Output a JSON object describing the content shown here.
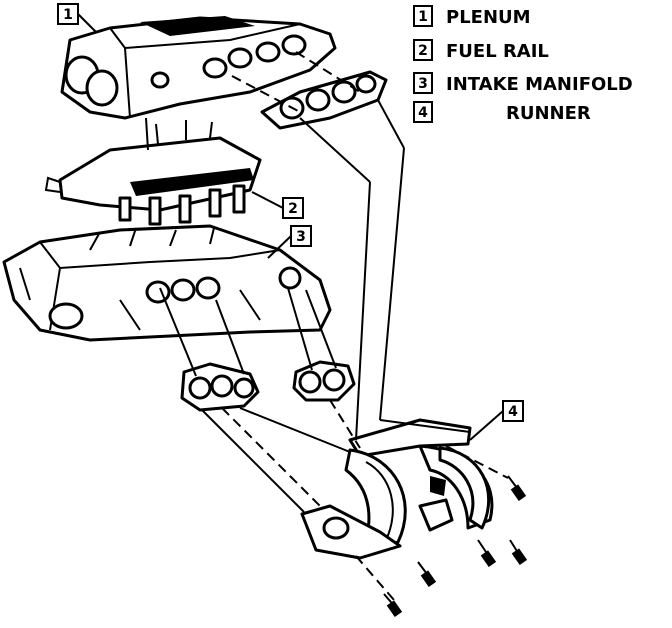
{
  "legend": {
    "items": [
      {
        "num": "1",
        "label": "PLENUM"
      },
      {
        "num": "2",
        "label": "FUEL RAIL"
      },
      {
        "num": "3",
        "label": "INTAKE MANIFOLD"
      },
      {
        "num": "4",
        "label": "RUNNER"
      }
    ]
  },
  "callouts": {
    "plenum": "1",
    "fuel_rail": "2",
    "intake_manifold": "3",
    "runner": "4"
  }
}
